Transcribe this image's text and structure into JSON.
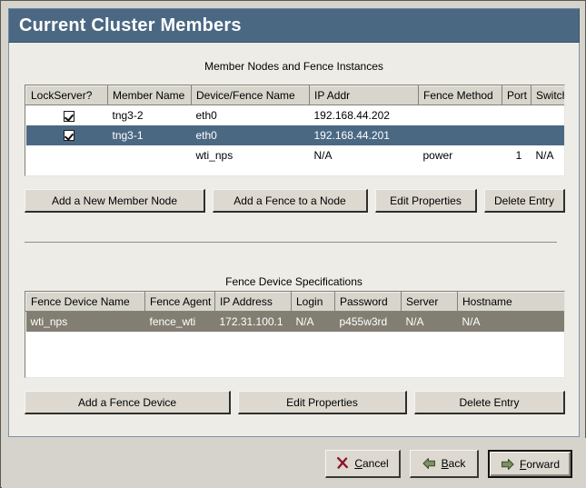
{
  "window": {
    "title": "Current Cluster Members"
  },
  "members_section": {
    "caption": "Member Nodes and Fence Instances",
    "columns": [
      "LockServer?",
      "Member Name",
      "Device/Fence Name",
      "IP Addr",
      "Fence Method",
      "Port",
      "Switch"
    ],
    "rows": [
      {
        "state": "normal",
        "lockserver": "checked",
        "member_name": "tng3-2",
        "device_fence_name": "eth0",
        "ip_addr": "192.168.44.202",
        "fence_method": "",
        "port": "",
        "switch": ""
      },
      {
        "state": "selected-active",
        "lockserver": "checked",
        "member_name": "tng3-1",
        "device_fence_name": "eth0",
        "ip_addr": "192.168.44.201",
        "fence_method": "",
        "port": "",
        "switch": ""
      },
      {
        "state": "normal",
        "lockserver": "",
        "member_name": "",
        "device_fence_name": "wti_nps",
        "ip_addr": "N/A",
        "fence_method": "power",
        "port": "1",
        "switch": "N/A"
      }
    ],
    "buttons": [
      {
        "label": "Add a New Member Node"
      },
      {
        "label": "Add a Fence to a Node"
      },
      {
        "label": "Edit Properties"
      },
      {
        "label": "Delete Entry"
      }
    ]
  },
  "fence_section": {
    "caption": "Fence Device Specifications",
    "columns": [
      "Fence Device Name",
      "Fence Agent",
      "IP Address",
      "Login",
      "Password",
      "Server",
      "Hostname"
    ],
    "rows": [
      {
        "state": "selected-inactive",
        "fence_device_name": "wti_nps",
        "fence_agent": "fence_wti",
        "ip_address": "172.31.100.1",
        "login": "N/A",
        "password": "p455w3rd",
        "server": "N/A",
        "hostname": "N/A"
      }
    ],
    "buttons": [
      {
        "label": "Add a Fence Device"
      },
      {
        "label": "Edit Properties"
      },
      {
        "label": "Delete Entry"
      }
    ]
  },
  "navigation": {
    "cancel": {
      "pre": "",
      "mnemonic": "C",
      "post": "ancel",
      "icon": "cancel-x-icon",
      "color": "#8b1a2b"
    },
    "back": {
      "pre": "",
      "mnemonic": "B",
      "post": "ack",
      "icon": "arrow-left-icon",
      "color": "#72875b"
    },
    "forward": {
      "pre": "",
      "mnemonic": "F",
      "post": "orward",
      "icon": "arrow-right-icon",
      "color": "#72875b"
    }
  },
  "colors": {
    "titlebar": "#4b6883",
    "panel": "#eeece6",
    "chrome": "#d6d3cc",
    "selection_active": "#4b6883",
    "selection_inactive": "#827f72",
    "header_cell": "#d8d5cc"
  }
}
